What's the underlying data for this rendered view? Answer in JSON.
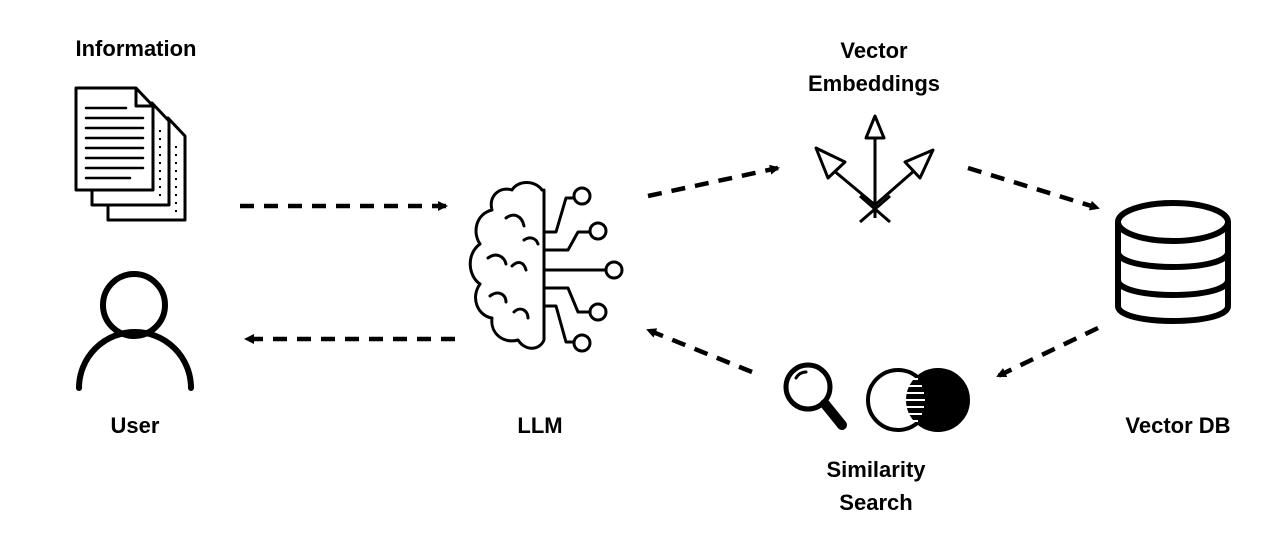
{
  "labels": {
    "information": "Information",
    "user": "User",
    "llm": "LLM",
    "vector_embeddings_line1": "Vector",
    "vector_embeddings_line2": "Embeddings",
    "vector_db": "Vector DB",
    "similarity_line1": "Similarity",
    "similarity_line2": "Search"
  },
  "icons": {
    "information": "documents-icon",
    "user": "user-icon",
    "llm": "brain-circuit-icon",
    "embeddings": "vector-arrows-icon",
    "db": "database-icon",
    "search": "magnifier-icon",
    "similarity": "overlapping-circles-icon"
  },
  "colors": {
    "stroke": "#000000",
    "background": "#ffffff"
  }
}
